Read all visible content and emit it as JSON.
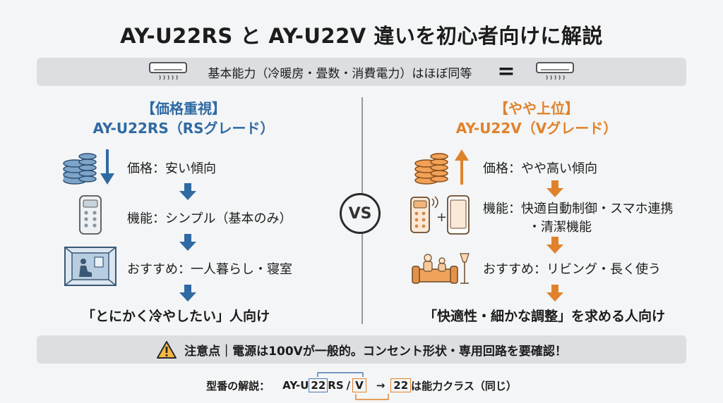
{
  "title": "AY-U22RS と AY-U22V 違いを初心者向けに解説",
  "top_band": {
    "text": "基本能力（冷暖房・畳数・消費電力）はほぼ同等",
    "equals": "="
  },
  "left": {
    "tag": "【価格重視】",
    "model": "AY-U22RS（RSグレード）",
    "accent": "#2f6aa3",
    "rows": [
      {
        "text": "価格：安い傾向",
        "icon": "coins-down-icon"
      },
      {
        "text": "機能：シンプル（基本のみ）",
        "icon": "remote-control-icon"
      },
      {
        "text": "おすすめ：一人暮らし・寝室",
        "icon": "person-in-room-icon"
      }
    ],
    "conclusion": "「とにかく冷やしたい」人向け"
  },
  "right": {
    "tag": "【やや上位】",
    "model": "AY-U22V（Vグレード）",
    "accent": "#e0822b",
    "rows": [
      {
        "text": "価格：やや高い傾向",
        "icon": "coins-up-icon"
      },
      {
        "text_line1": "機能：快適自動制御・スマホ連携",
        "text_line2": "・清潔機能",
        "icon": "remote-smartphone-icon"
      },
      {
        "text": "おすすめ：リビング・長く使う",
        "icon": "family-living-icon"
      }
    ],
    "conclusion": "「快適性・細かな調整」を求める人向け"
  },
  "vs": "VS",
  "warning": {
    "label": "注意点｜電源は100Vが一般的。コンセント形状・専用回路を要確認！"
  },
  "model_note": {
    "label": "型番の解説：",
    "prefix": "AY-U",
    "capacity": "22",
    "rs": "RS",
    "slash": "/",
    "v": "V",
    "arrow": "→",
    "capacity_ref": "22",
    "explain": "は能力クラス（同じ）"
  }
}
